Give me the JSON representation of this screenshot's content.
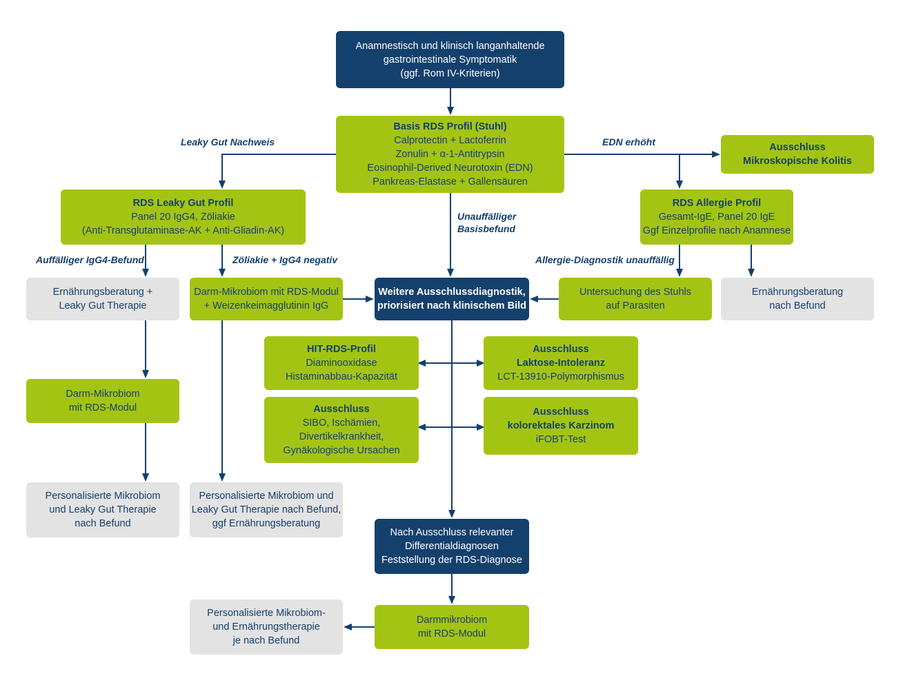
{
  "colors": {
    "navy": "#14406d",
    "green": "#a4c414",
    "gray": "#e3e3e3",
    "background": "#ffffff"
  },
  "nodes": {
    "anamnese": {
      "lines": [
        "Anamnestisch und klinisch langanhaltende",
        "gastrointestinale Symptomatik",
        "(ggf. Rom IV-Kriterien)"
      ]
    },
    "basis": {
      "lines": [
        "Basis RDS Profil (Stuhl)",
        "Calprotectin + Lactoferrin",
        "Zonulin + α-1-Antitrypsin",
        "Eosinophil-Derived Neurotoxin (EDN)",
        "Pankreas-Elastase + Gallensäuren"
      ]
    },
    "leaky_profil": {
      "lines": [
        "RDS Leaky Gut Profil",
        "Panel 20 IgG4, Zöliakie",
        "(Anti-Transglutaminase-AK + Anti-Gliadin-AK)"
      ]
    },
    "kolitis": {
      "lines": [
        "Ausschluss",
        "Mikroskopische Kolitis"
      ]
    },
    "allergie_profil": {
      "lines": [
        "RDS Allergie Profil",
        "Gesamt-IgE, Panel 20 IgE",
        "Ggf Einzelprofile nach Anamnese"
      ]
    },
    "weitere": {
      "lines": [
        "Weitere Ausschlussdiagnostik,",
        "priorisiert nach klinischem Bild"
      ]
    },
    "ernaehrung_leaky": {
      "lines": [
        "Ernährungsberatung +",
        "Leaky Gut Therapie"
      ]
    },
    "mikrobiom_weizen": {
      "lines": [
        "Darm-Mikrobiom mit RDS-Modul",
        "+ Weizenkeimagglutinin IgG"
      ]
    },
    "parasiten": {
      "lines": [
        "Untersuchung des Stuhls",
        "auf Parasiten"
      ]
    },
    "ernaehrung_befund": {
      "lines": [
        "Ernährungsberatung",
        "nach Befund"
      ]
    },
    "darm_mikrobiom": {
      "lines": [
        "Darm-Mikrobiom",
        "mit RDS-Modul"
      ]
    },
    "hit": {
      "lines": [
        "HIT-RDS-Profil",
        "Diaminooxidase",
        "Histaminabbau-Kapazität"
      ]
    },
    "laktose": {
      "lines": [
        "Ausschluss",
        "Laktose-Intoleranz",
        "LCT-13910-Polymorphismus"
      ]
    },
    "sibo": {
      "lines": [
        "Ausschluss",
        "SIBO, Ischämien,",
        "Divertikelkrankheit,",
        "Gynäkologische Ursachen"
      ]
    },
    "karzinom": {
      "lines": [
        "Ausschluss",
        "kolorektales Karzinom",
        "iFOBT-Test"
      ]
    },
    "pers_leaky": {
      "lines": [
        "Personalisierte Mikrobiom",
        "und Leaky Gut Therapie",
        "nach Befund"
      ]
    },
    "pers_befund": {
      "lines": [
        "Personalisierte Mikrobiom und",
        "Leaky Gut Therapie nach Befund,",
        "ggf Ernährungsberatung"
      ]
    },
    "rds_diagnose": {
      "lines": [
        "Nach Ausschluss relevanter",
        "Differentialdiagnosen",
        "Feststellung der RDS-Diagnose"
      ]
    },
    "darmmikrobiom_final": {
      "lines": [
        "Darmmikrobiom",
        "mit RDS-Modul"
      ]
    },
    "pers_final": {
      "lines": [
        "Personalisierte Mikrobiom-",
        "und Ernährungstherapie",
        "je nach Befund"
      ]
    }
  },
  "edge_labels": {
    "leaky_gut_nachweis": "Leaky Gut Nachweis",
    "edn_erhoeht": "EDN erhöht",
    "unauffaelliger_basisbefund_1": "Unauffälliger",
    "unauffaelliger_basisbefund_2": "Basisbefund",
    "auffaelliger_igg4": "Auffälliger IgG4-Befund",
    "zoeliakie_igg4": "Zöliakie + IgG4 negativ",
    "allergie_unauffaellig": "Allergie-Diagnostik unauffällig"
  }
}
